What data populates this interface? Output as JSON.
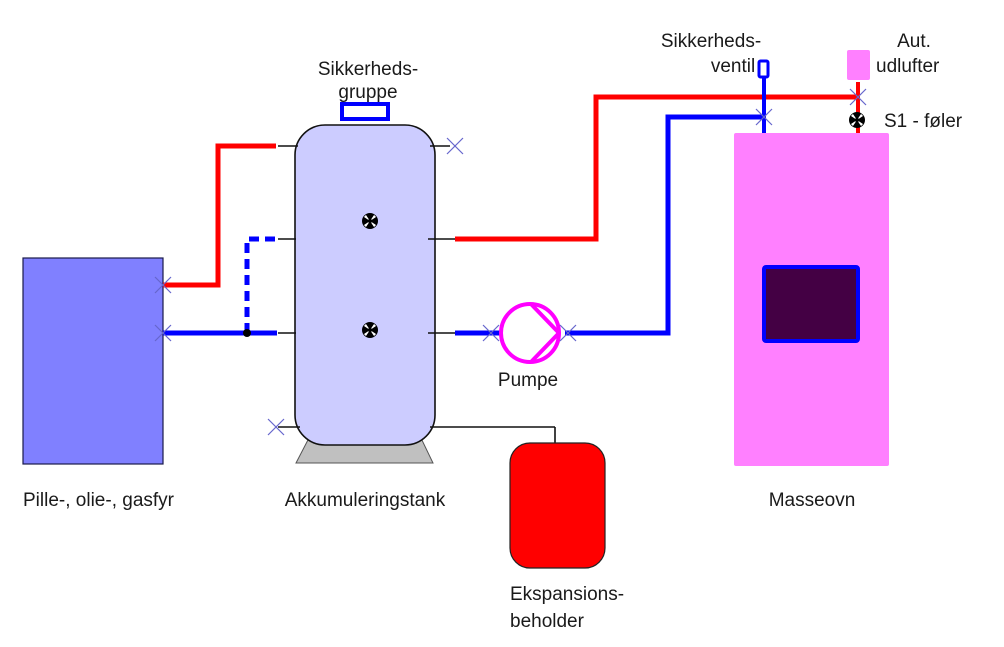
{
  "diagram": {
    "title": "Heating system diagram",
    "colors": {
      "hot_pipe": "#ff0000",
      "cold_pipe": "#0000ff",
      "boiler": "#8080ff",
      "tank": "#ccccff",
      "stove": "#ff80ff",
      "stove_window": "#440044",
      "expansion_vessel": "#ff0000",
      "pump": "#ff00ff",
      "tank_stand": "#c0c0c0",
      "connector_cross": "#6666cc"
    },
    "labels": {
      "boiler": "Pille-, olie-, gasfyr",
      "tank": "Akkumuleringstank",
      "safety_group_line1": "Sikkerheds-",
      "safety_group_line2": "gruppe",
      "pump": "Pumpe",
      "expansion_line1": "Ekspansions-",
      "expansion_line2": "beholder",
      "stove": "Masseovn",
      "safety_valve_line1": "Sikkerheds-",
      "safety_valve_line2": "ventil",
      "air_vent_line1": "Aut.",
      "air_vent_line2": "udlufter",
      "sensor_s1": "S1 - føler"
    }
  }
}
